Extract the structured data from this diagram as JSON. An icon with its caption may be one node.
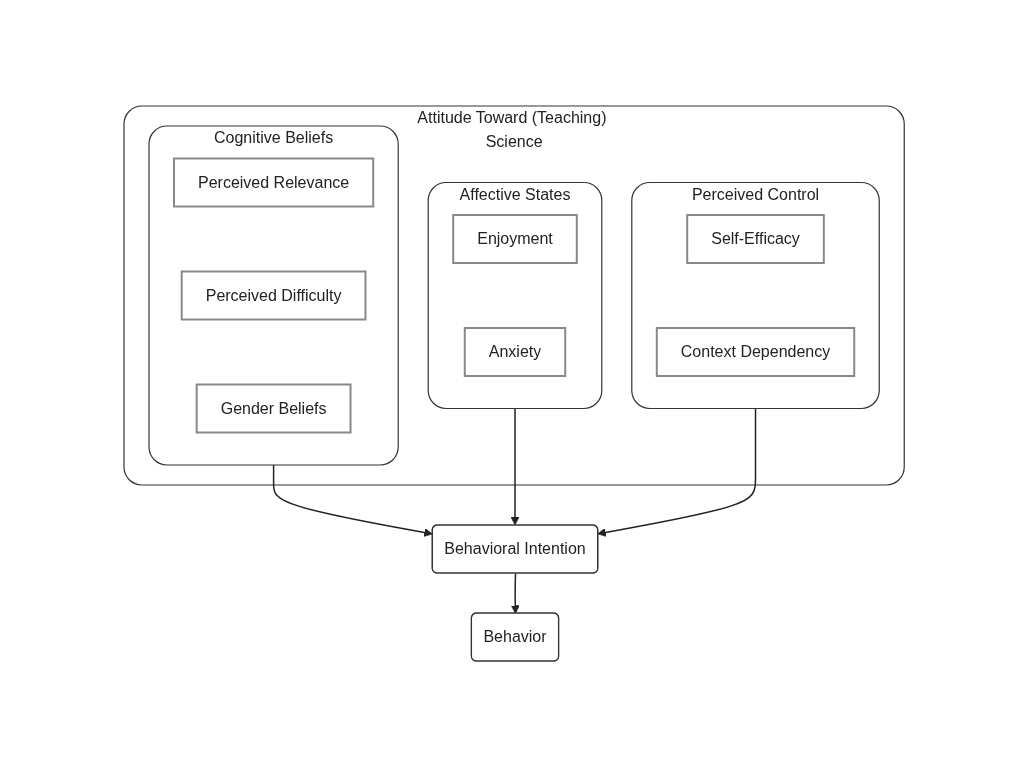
{
  "diagram": {
    "nodes": [
      {
        "text": [
          "Attitude Toward (Teaching) Science"
        ]
      },
      {
        "text": [
          "Cognitive Beliefs"
        ],
        "in": 0
      },
      {
        "text": [
          "Perceived Relevance"
        ],
        "in": 1
      },
      {
        "text": [
          "Perceived Difficulty"
        ],
        "in": 1
      },
      {
        "text": [
          "Gender Beliefs"
        ],
        "in": 1
      },
      {
        "text": [
          "Affective States"
        ],
        "in": 0
      },
      {
        "text": [
          "Enjoyment"
        ],
        "in": 5
      },
      {
        "text": [
          "Anxiety"
        ],
        "in": 5
      },
      {
        "text": [
          "Perceived Control"
        ],
        "in": 0
      },
      {
        "text": [
          "Self-Efficacy"
        ],
        "in": 8
      },
      {
        "text": [
          "Context Dependency"
        ],
        "in": 8
      },
      {
        "text": [
          "Behavioral Intention"
        ]
      },
      {
        "text": [
          "Behavior"
        ]
      }
    ],
    "edges": [
      {
        "from": 1,
        "to": 11,
        "arrow": "to"
      },
      {
        "from": 5,
        "to": 11,
        "arrow": "to"
      },
      {
        "from": 8,
        "to": 11,
        "arrow": "to"
      },
      {
        "from": 11,
        "to": 12,
        "arrow": "to"
      }
    ]
  }
}
